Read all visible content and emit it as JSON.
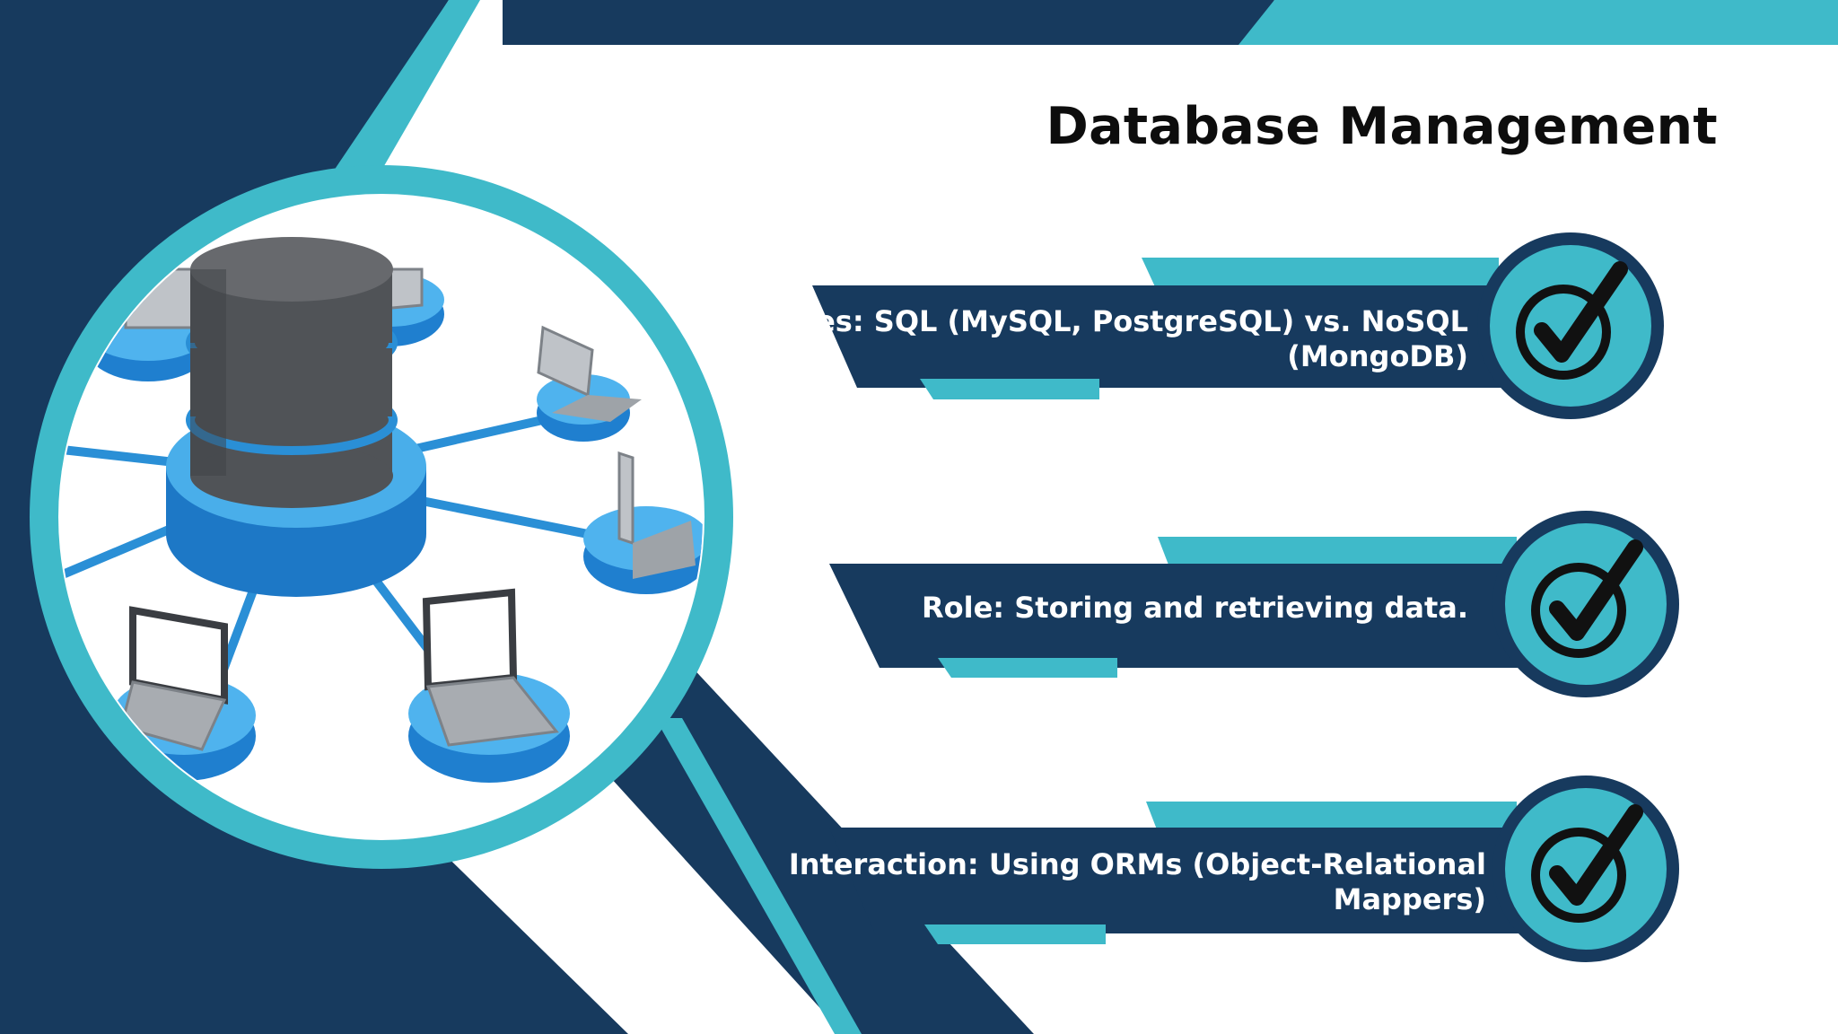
{
  "slide": {
    "title": "Database Management",
    "colors": {
      "navy": "#173a5e",
      "teal": "#3fbac9",
      "white": "#ffffff",
      "text": "#0d0d0d"
    },
    "illustration": "database-network-illustration",
    "bullets": [
      {
        "line1": "Types: SQL (MySQL, PostgreSQL) vs. NoSQL",
        "line2": "(MongoDB)",
        "icon": "check-icon"
      },
      {
        "line1": "Role: Storing and retrieving data.",
        "line2": "",
        "icon": "check-icon"
      },
      {
        "line1": "Interaction: Using ORMs (Object-Relational",
        "line2": "Mappers)",
        "icon": "check-icon"
      }
    ]
  }
}
